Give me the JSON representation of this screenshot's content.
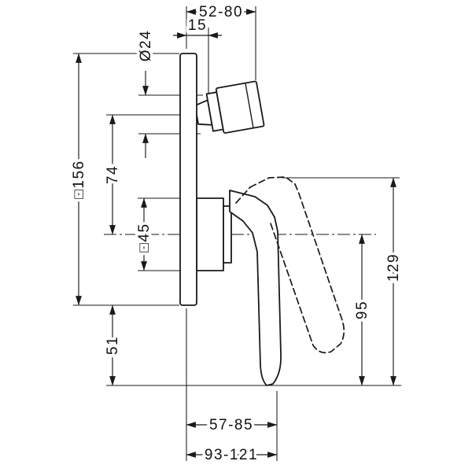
{
  "colors": {
    "line": "#1a1a1a",
    "background": "#ffffff"
  },
  "dimensions": {
    "top_width_range": "52-80",
    "wall_offset": "15",
    "connector_diameter": "Ø24",
    "plate_square": "□156",
    "connector_to_center": "74",
    "body_square": "□45",
    "plate_bottom_to_tip": "51",
    "center_to_tip": "95",
    "handle_span": "129",
    "depth_range_min": "57-85",
    "depth_range_max": "93-121"
  }
}
